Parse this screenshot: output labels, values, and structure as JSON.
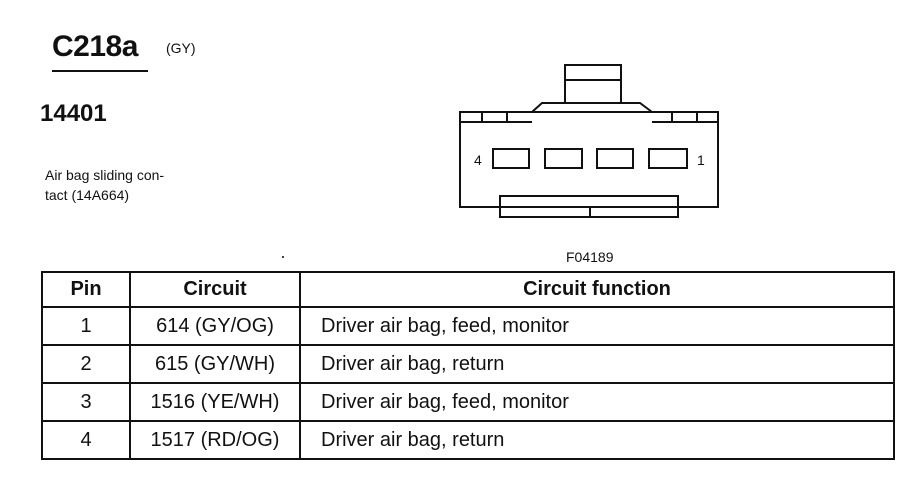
{
  "header": {
    "connector_id": "C218a",
    "connector_color": "(GY)",
    "part_number": "14401",
    "component_description_line1": "Air bag sliding con-",
    "component_description_line2": "tact (14A664)"
  },
  "diagram": {
    "pin_label_left": "4",
    "pin_label_right": "1",
    "figure_id": "F04189"
  },
  "table": {
    "headers": {
      "pin": "Pin",
      "circuit": "Circuit",
      "function": "Circuit function"
    },
    "rows": [
      {
        "pin": "1",
        "circuit": "614 (GY/OG)",
        "function": "Driver air bag, feed, monitor"
      },
      {
        "pin": "2",
        "circuit": "615 (GY/WH)",
        "function": "Driver air bag, return"
      },
      {
        "pin": "3",
        "circuit": "1516 (YE/WH)",
        "function": "Driver air bag, feed, monitor"
      },
      {
        "pin": "4",
        "circuit": "1517 (RD/OG)",
        "function": "Driver air bag, return"
      }
    ]
  }
}
